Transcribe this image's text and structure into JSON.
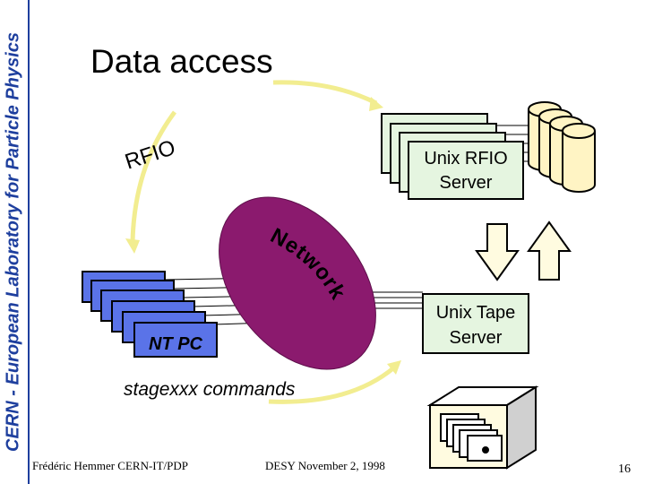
{
  "side_banner": {
    "text": "CERN - European Laboratory for Particle Physics"
  },
  "slide": {
    "title": "Data access"
  },
  "diagram": {
    "rfio_label": "RFIO",
    "rfio_server_label_line1": "Unix RFIO",
    "rfio_server_label_line2": "Server",
    "network_label": "Network",
    "nt_pc_label": "NT PC",
    "tape_server_label_line1": "Unix Tape",
    "tape_server_label_line2": "Server",
    "stage_commands_label": "stagexxx commands"
  },
  "footer": {
    "author": "Frédéric Hemmer CERN-IT/PDP",
    "event": "DESY November 2, 1998",
    "page_number": "16"
  },
  "colors": {
    "banner_blue": "#1e3f9e",
    "network_fill": "#8b1a6e",
    "server_fill": "#e5f5e0",
    "pc_fill": "#5a73e8",
    "disk_fill": "#fff4c4",
    "arrow_yellow": "#f2ed90",
    "tape_fill": "#fffbe0"
  }
}
